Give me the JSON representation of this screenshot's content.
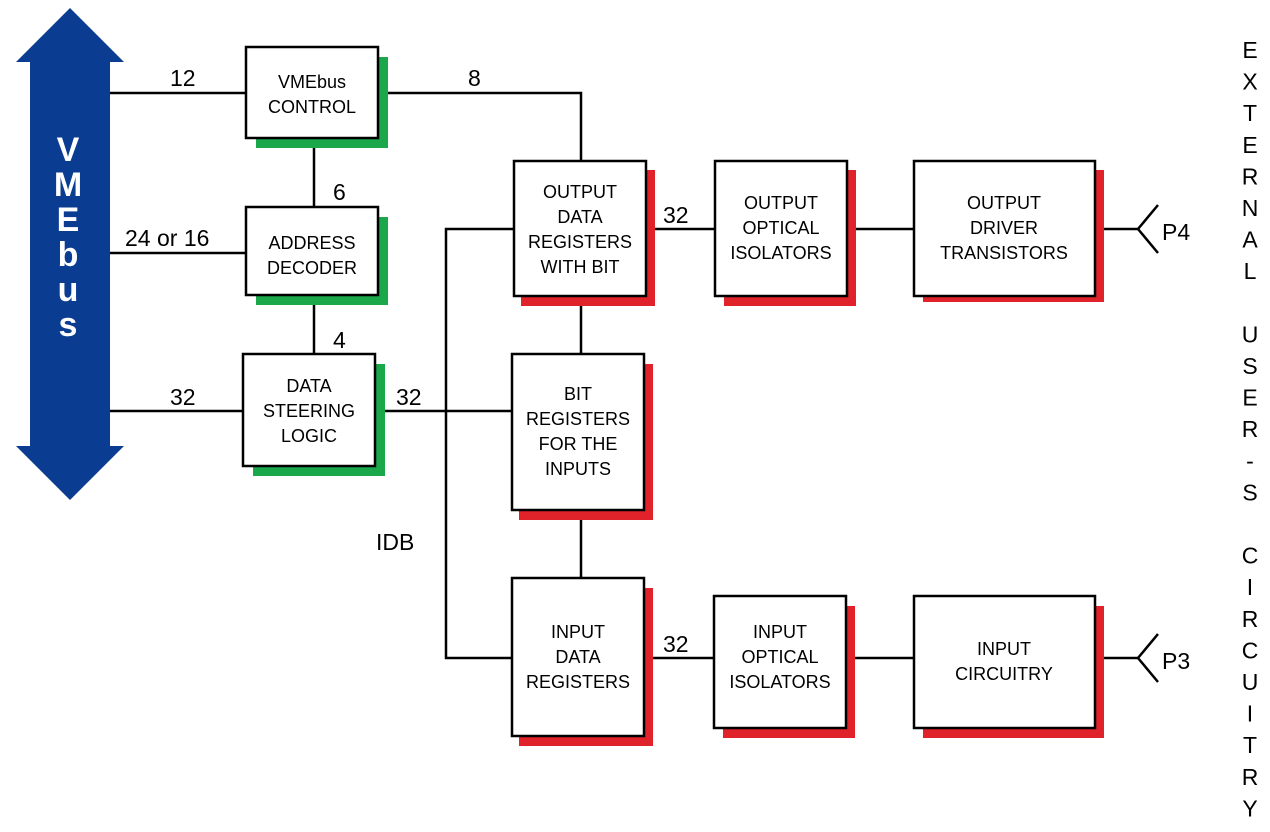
{
  "vmebus": {
    "letters": [
      "V",
      "M",
      "E",
      "b",
      "u",
      "s"
    ],
    "color": "#0a3d91"
  },
  "shadow_colors": {
    "green": "#1aa84a",
    "red": "#e0232b"
  },
  "blocks": {
    "vme_control": [
      "VMEbus",
      "CONTROL"
    ],
    "address_decoder": [
      "ADDRESS",
      "DECODER"
    ],
    "data_steering": [
      "DATA",
      "STEERING",
      "LOGIC"
    ],
    "output_data_registers": [
      "OUTPUT",
      "DATA",
      "REGISTERS",
      "WITH BIT"
    ],
    "bit_registers": [
      "BIT",
      "REGISTERS",
      "FOR THE",
      "INPUTS"
    ],
    "input_data_registers": [
      "INPUT",
      "DATA",
      "REGISTERS"
    ],
    "output_optical_isolators": [
      "OUTPUT",
      "OPTICAL",
      "ISOLATORS"
    ],
    "input_optical_isolators": [
      "INPUT",
      "OPTICAL",
      "ISOLATORS"
    ],
    "output_driver_transistors": [
      "OUTPUT",
      "DRIVER",
      "TRANSISTORS"
    ],
    "input_circuitry": [
      "INPUT",
      "CIRCUITRY"
    ]
  },
  "bus_widths": {
    "vme_to_control": "12",
    "vme_to_decoder": "24 or 16",
    "vme_to_steering": "32",
    "control_to_output": "8",
    "control_to_decoder": "6",
    "decoder_to_steering": "4",
    "steering_to_idb": "32",
    "output_to_isolators": "32",
    "input_to_isolators": "32"
  },
  "idb_label": "IDB",
  "connectors": {
    "p4": "P4",
    "p3": "P3"
  },
  "side_letters": [
    "E",
    "X",
    "T",
    "E",
    "R",
    "N",
    "A",
    "L",
    "",
    "U",
    "S",
    "E",
    "R",
    "-",
    "S",
    "",
    "C",
    "I",
    "R",
    "C",
    "U",
    "I",
    "T",
    "R",
    "Y"
  ]
}
